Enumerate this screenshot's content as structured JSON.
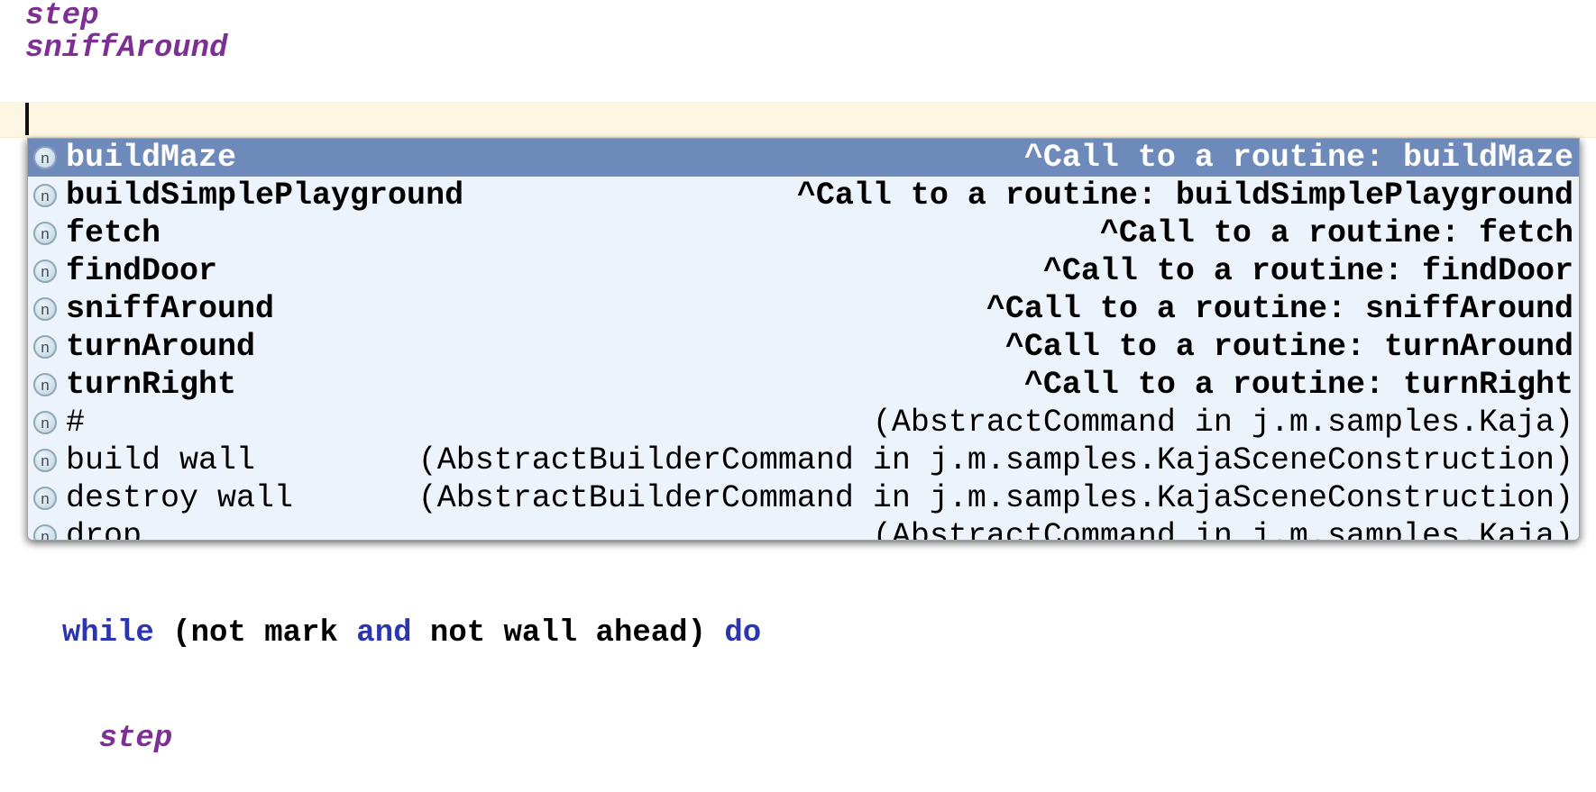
{
  "colors": {
    "selected_row": "#6d8aba",
    "popup_background": "#edf3fb",
    "keyword_blue": "#2b35af",
    "routine_purple": "#7d2f93",
    "current_line_highlight": "#fcf6e3"
  },
  "code": {
    "top": {
      "line1": "step",
      "line2": "sniffAround"
    },
    "bottom": {
      "line1": [
        {
          "text": "  ",
          "type": "plain"
        },
        {
          "text": "while",
          "type": "keyword"
        },
        {
          "text": " (",
          "type": "plain"
        },
        {
          "text": "not mark ",
          "type": "plain"
        },
        {
          "text": "and",
          "type": "keyword"
        },
        {
          "text": " not wall ahead",
          "type": "plain"
        },
        {
          "text": ") ",
          "type": "plain"
        },
        {
          "text": "do",
          "type": "keyword"
        }
      ],
      "line2": [
        {
          "text": "    ",
          "type": "plain"
        },
        {
          "text": "step",
          "type": "routine"
        }
      ]
    }
  },
  "popup": {
    "items": [
      {
        "icon": "n",
        "label": "buildMaze",
        "desc": "^Call to a routine: buildMaze",
        "selected": true,
        "bold": true
      },
      {
        "icon": "n",
        "label": "buildSimplePlayground",
        "desc": "^Call to a routine: buildSimplePlayground",
        "selected": false,
        "bold": true
      },
      {
        "icon": "n",
        "label": "fetch",
        "desc": "^Call to a routine: fetch",
        "selected": false,
        "bold": true
      },
      {
        "icon": "n",
        "label": "findDoor",
        "desc": "^Call to a routine: findDoor",
        "selected": false,
        "bold": true
      },
      {
        "icon": "n",
        "label": "sniffAround",
        "desc": "^Call to a routine: sniffAround",
        "selected": false,
        "bold": true
      },
      {
        "icon": "n",
        "label": "turnAround",
        "desc": "^Call to a routine: turnAround",
        "selected": false,
        "bold": true
      },
      {
        "icon": "n",
        "label": "turnRight",
        "desc": "^Call to a routine: turnRight",
        "selected": false,
        "bold": true
      },
      {
        "icon": "n",
        "label": "#",
        "desc": "(AbstractCommand in j.m.samples.Kaja)",
        "selected": false,
        "bold": false
      },
      {
        "icon": "n",
        "label": "build wall",
        "desc": "(AbstractBuilderCommand in j.m.samples.KajaSceneConstruction)",
        "selected": false,
        "bold": false
      },
      {
        "icon": "n",
        "label": "destroy wall",
        "desc": "(AbstractBuilderCommand in j.m.samples.KajaSceneConstruction)",
        "selected": false,
        "bold": false
      },
      {
        "icon": "n",
        "label": "drop",
        "desc": "(AbstractCommand in j.m.samples.Kaja)",
        "selected": false,
        "bold": false
      }
    ]
  }
}
